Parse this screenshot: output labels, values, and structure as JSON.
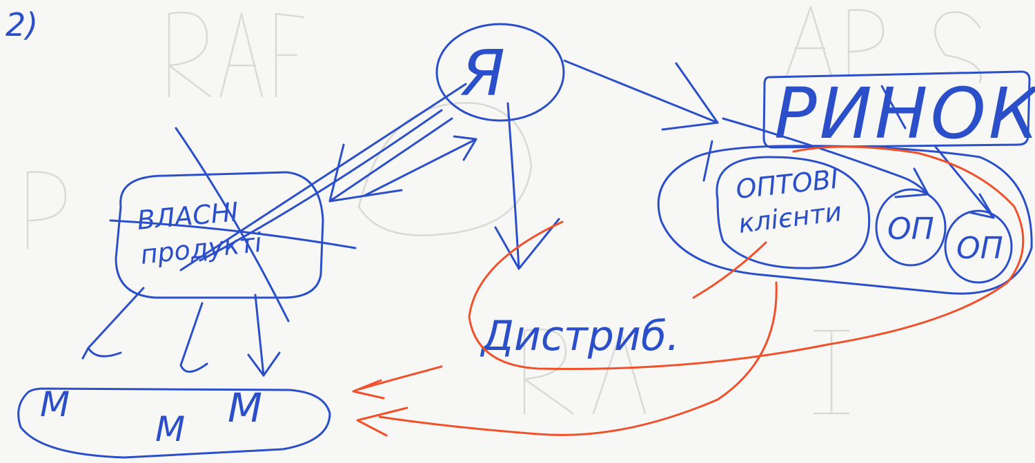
{
  "diagram": {
    "step_number": "2)",
    "nodes": {
      "self": "Я",
      "own_products": [
        "ВЛАСНІ",
        "продукті"
      ],
      "market": "РИНОК",
      "wholesale_clients": [
        "ОПТОВІ",
        "клієнти"
      ],
      "op_1": "ОП",
      "op_2": "ОП",
      "distributor": "Дистриб.",
      "m_1": "М",
      "m_2": "М",
      "m_3": "М"
    }
  },
  "colors": {
    "blue_ink": "#2a4fc9",
    "red_ink": "#f0502a",
    "paper": "#f7f7f5"
  }
}
